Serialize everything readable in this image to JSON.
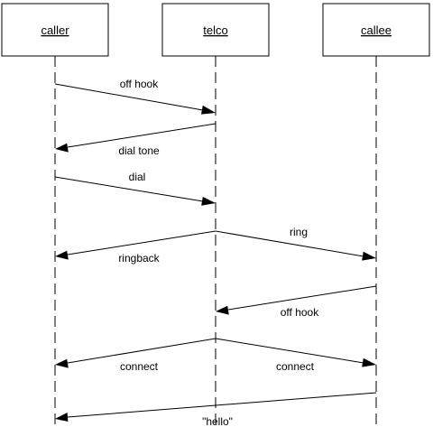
{
  "diagram": {
    "participants": [
      {
        "id": "caller",
        "label": "caller"
      },
      {
        "id": "telco",
        "label": "telco"
      },
      {
        "id": "callee",
        "label": "callee"
      }
    ],
    "messages": [
      {
        "from": "caller",
        "to": "telco",
        "label": "off hook"
      },
      {
        "from": "telco",
        "to": "caller",
        "label": "dial tone"
      },
      {
        "from": "caller",
        "to": "telco",
        "label": "dial"
      },
      {
        "from": "telco",
        "to": "callee",
        "label": "ring"
      },
      {
        "from": "telco",
        "to": "caller",
        "label": "ringback"
      },
      {
        "from": "callee",
        "to": "telco",
        "label": "off hook"
      },
      {
        "from": "telco",
        "to": "caller",
        "label": "connect"
      },
      {
        "from": "telco",
        "to": "callee",
        "label": "connect"
      },
      {
        "from": "callee",
        "to": "caller",
        "label": "\"hello\""
      }
    ]
  }
}
